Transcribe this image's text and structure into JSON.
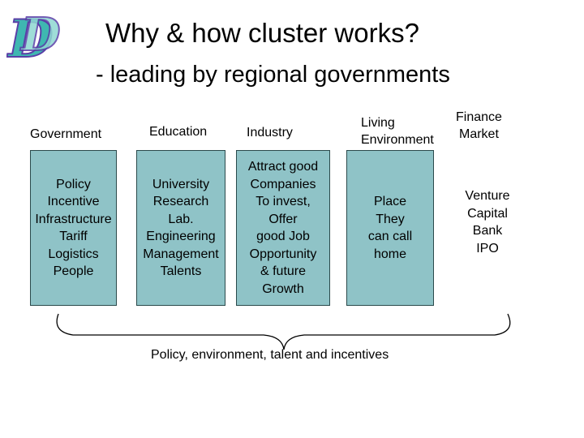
{
  "slide": {
    "title": "Why & how cluster works?",
    "subtitle": "- leading by regional governments",
    "caption": "Policy, environment, talent and incentives"
  },
  "logo": {
    "icon": "dd-logo-icon",
    "colors": [
      "#3fb7b1",
      "#5a3fa7"
    ]
  },
  "columns": [
    {
      "heading": "Government",
      "box_text": "Policy\nIncentive\nInfrastructure\nTariff\nLogistics\nPeople",
      "has_box": true
    },
    {
      "heading": "Education",
      "box_text": "University\nResearch\nLab.\nEngineering\nManagement\nTalents",
      "has_box": true
    },
    {
      "heading": "Industry",
      "box_text": "Attract good\nCompanies\nTo invest,\nOffer\ngood Job\nOpportunity\n& future\nGrowth",
      "has_box": true
    },
    {
      "heading": "Living\nEnvironment",
      "box_text": "Place\nThey\ncan call\nhome",
      "has_box": true
    },
    {
      "heading": "Finance\nMarket",
      "box_text": "Venture\nCapital\nBank\nIPO",
      "has_box": false
    }
  ],
  "colors": {
    "box_fill": "#8fc3c7",
    "box_border": "#2b4a4c",
    "brace": "#000000"
  }
}
